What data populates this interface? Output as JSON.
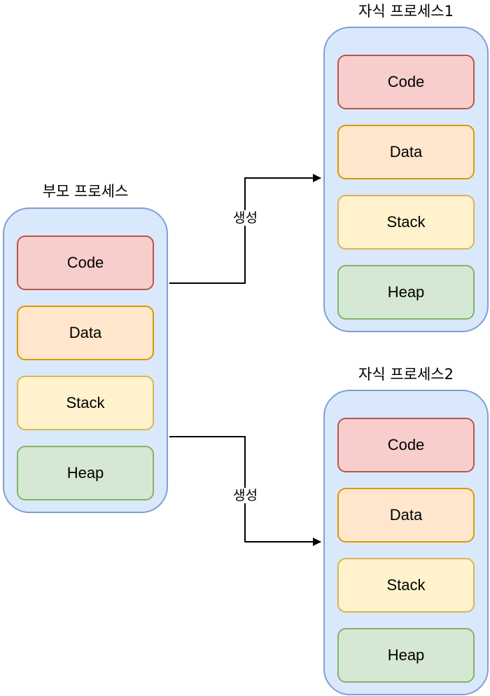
{
  "parent": {
    "title": "부모 프로세스",
    "segments": [
      "Code",
      "Data",
      "Stack",
      "Heap"
    ]
  },
  "child1": {
    "title": "자식 프로세스1",
    "segments": [
      "Code",
      "Data",
      "Stack",
      "Heap"
    ]
  },
  "child2": {
    "title": "자식 프로세스2",
    "segments": [
      "Code",
      "Data",
      "Stack",
      "Heap"
    ]
  },
  "edges": [
    {
      "from": "parent",
      "to": "child1",
      "label": "생성"
    },
    {
      "from": "parent",
      "to": "child2",
      "label": "생성"
    }
  ],
  "colors": {
    "process_fill": "#dae8fc",
    "process_stroke": "#7f9fd3",
    "code_fill": "#f8cecc",
    "code_stroke": "#b85450",
    "data_fill": "#ffe6cc",
    "data_stroke": "#d79b00",
    "stack_fill": "#fff2cc",
    "stack_stroke": "#d6b656",
    "heap_fill": "#d5e8d4",
    "heap_stroke": "#82b366",
    "connector": "#000000"
  }
}
